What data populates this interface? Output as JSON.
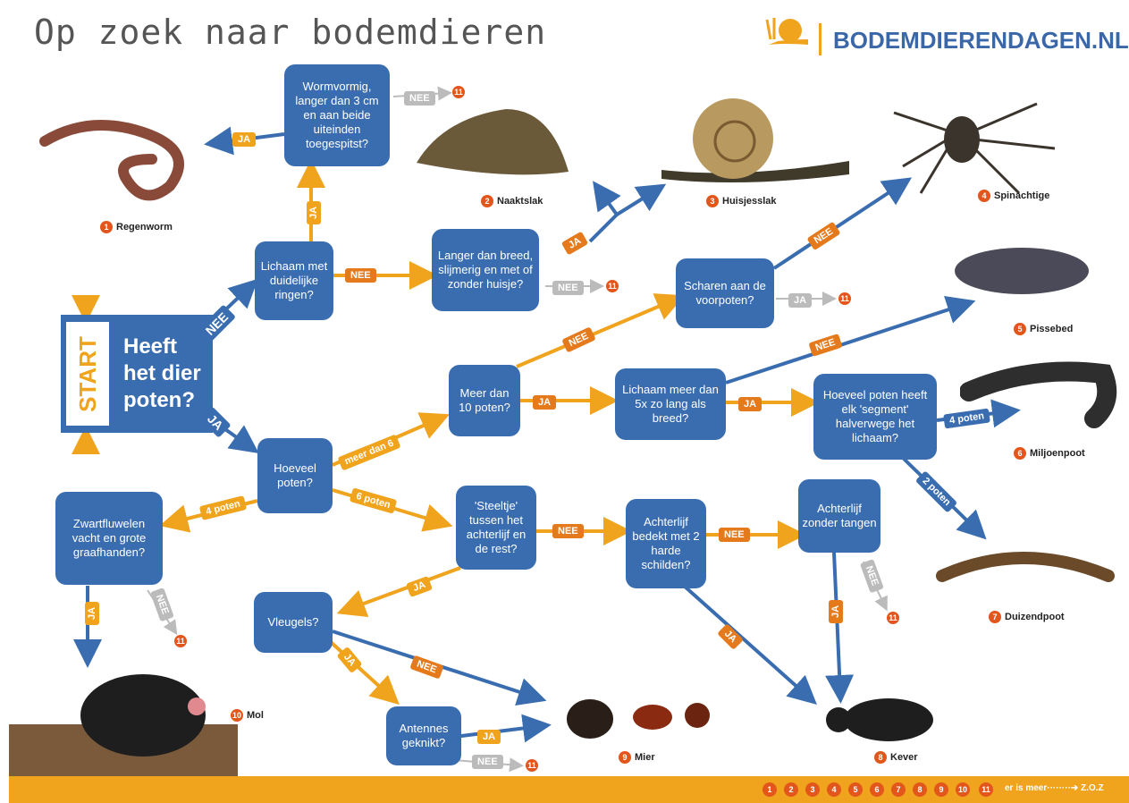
{
  "header": {
    "title": "Op zoek naar bodemdieren",
    "brand": "BODEMDIERENDAGEN.NL"
  },
  "start": {
    "label": "START",
    "question": "Heeft het dier poten?"
  },
  "questions": {
    "ringen": "Lichaam met duidelijke ringen?",
    "wormvormig": "Wormvormig, langer dan 3 cm en aan beide uiteinden toegespitst?",
    "langer": "Langer dan breed, slijmerig en met of zonder huisje?",
    "scharen": "Scharen aan de voorpoten?",
    "meer10": "Meer dan 10 poten?",
    "lichaam5x": "Lichaam meer dan 5x zo lang als breed?",
    "segment": "Hoeveel poten heeft elk 'segment' halverwege het lichaam?",
    "hoeveel": "Hoeveel poten?",
    "zwart": "Zwartfluwelen vacht en grote graafhanden?",
    "steeltje": "'Steeltje' tussen het achterlijf en de rest?",
    "schilden": "Achterlijf bedekt met 2 harde schilden?",
    "tangen": "Achterlijf zonder tangen",
    "vleugels": "Vleugels?",
    "antennes": "Antennes geknikt?"
  },
  "labels": {
    "ja": "JA",
    "nee": "NEE",
    "meer_dan_6": "meer dan 6",
    "zes_poten": "6 poten",
    "vier_poten": "4 poten",
    "twee_poten": "2 poten",
    "eleven": "11"
  },
  "animals": [
    {
      "num": "1",
      "name": "Regenworm"
    },
    {
      "num": "2",
      "name": "Naaktslak"
    },
    {
      "num": "3",
      "name": "Huisjesslak"
    },
    {
      "num": "4",
      "name": "Spinachtige"
    },
    {
      "num": "5",
      "name": "Pissebed"
    },
    {
      "num": "6",
      "name": "Miljoenpoot"
    },
    {
      "num": "7",
      "name": "Duizendpoot"
    },
    {
      "num": "8",
      "name": "Kever"
    },
    {
      "num": "9",
      "name": "Mier"
    },
    {
      "num": "10",
      "name": "Mol"
    }
  ],
  "footer": {
    "numbers": [
      "1",
      "2",
      "3",
      "4",
      "5",
      "6",
      "7",
      "8",
      "9",
      "10",
      "11"
    ],
    "more": "er is meer········➔ Z.O.Z"
  },
  "colors": {
    "blue": "#3a6db0",
    "orange": "#e57a1c",
    "yellow": "#f0a31c",
    "grey": "#bbbbbb"
  }
}
